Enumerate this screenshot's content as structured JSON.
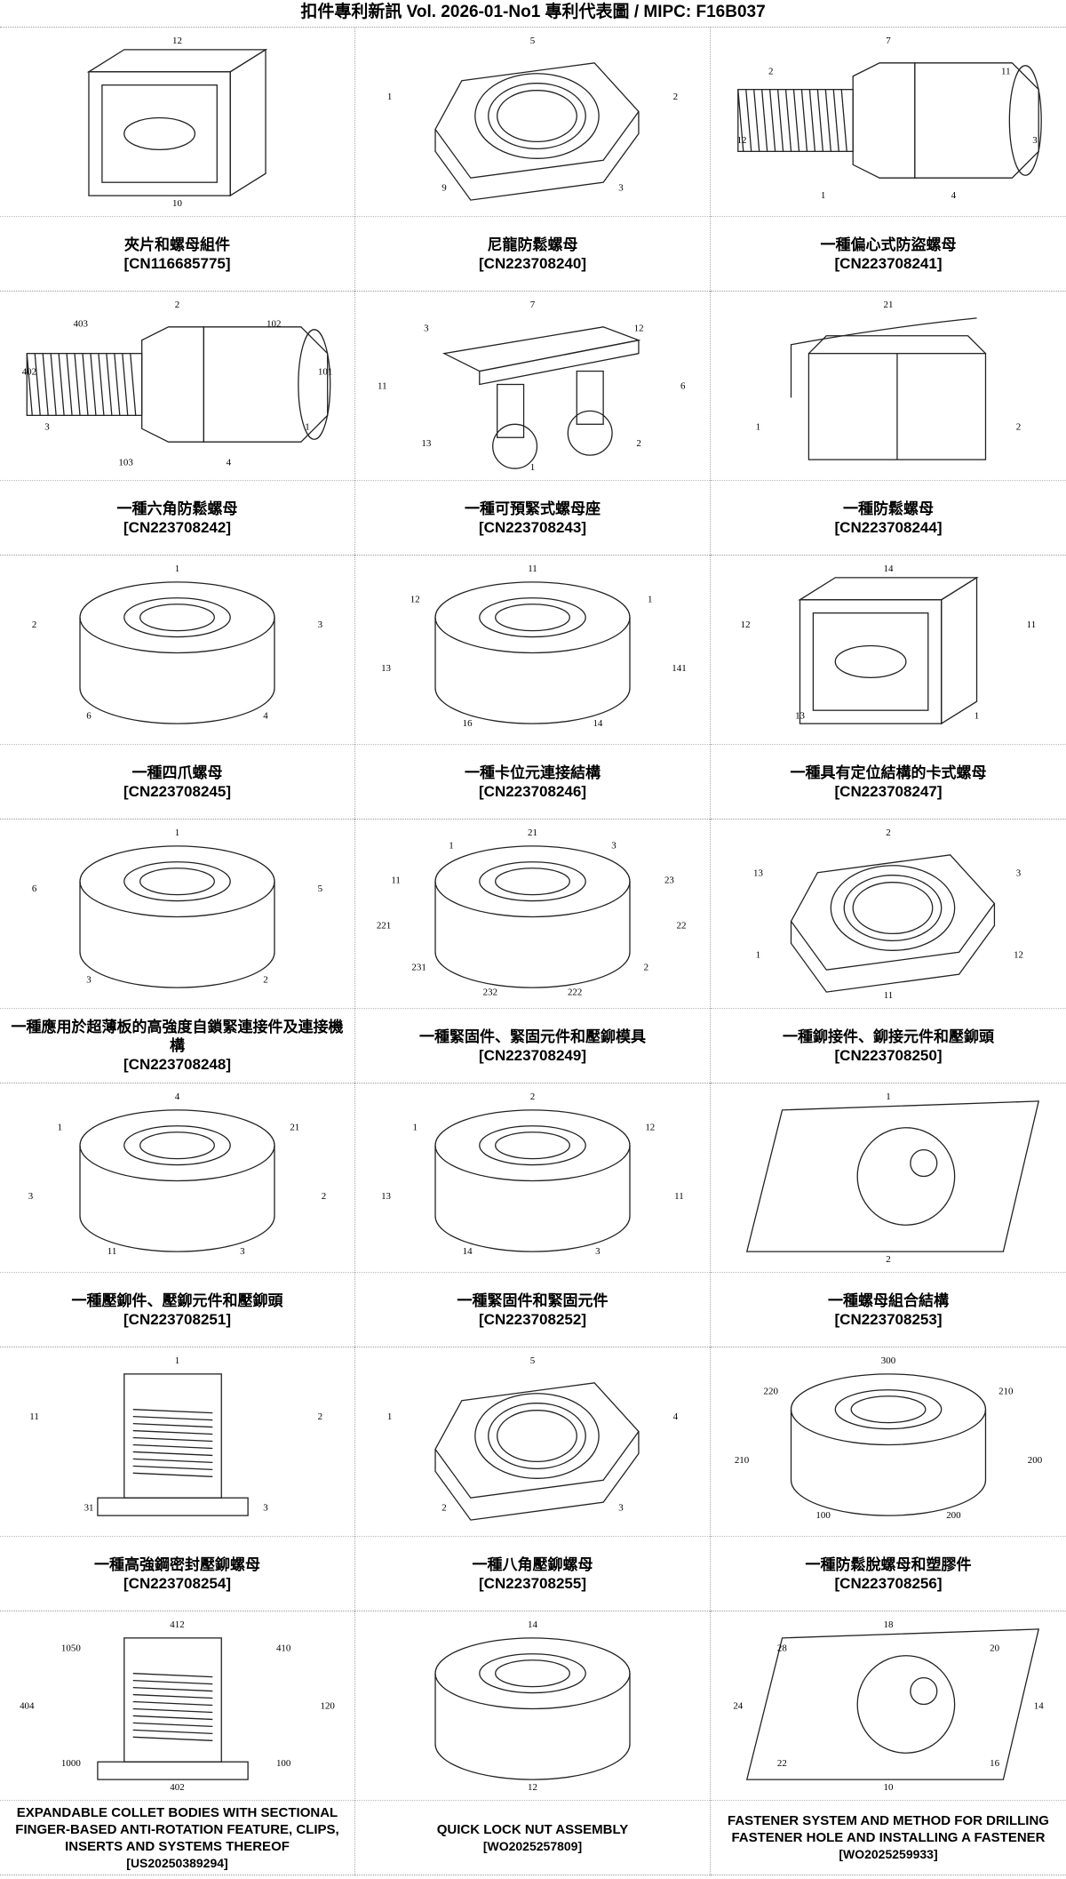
{
  "header": {
    "title": "扣件專利新訊  Vol. 2026-01-No1  專利代表圖  /  MIPC:  F16B037"
  },
  "patents": [
    {
      "title": "夾片和螺母組件",
      "number": "[CN116685775]",
      "shape": "square",
      "labels": [
        "12",
        "10"
      ]
    },
    {
      "title": "尼龍防鬆螺母",
      "number": "[CN223708240]",
      "shape": "hex",
      "labels": [
        "5",
        "2",
        "3",
        "9",
        "1"
      ]
    },
    {
      "title": "一種偏心式防盜螺母",
      "number": "[CN223708241]",
      "shape": "bolt",
      "labels": [
        "7",
        "11",
        "3",
        "4",
        "1",
        "12",
        "2"
      ]
    },
    {
      "title": "一種六角防鬆螺母",
      "number": "[CN223708242]",
      "shape": "bolt",
      "labels": [
        "2",
        "102",
        "101",
        "1",
        "4",
        "103",
        "3",
        "402",
        "403"
      ]
    },
    {
      "title": "一種可預緊式螺母座",
      "number": "[CN223708243]",
      "shape": "bracket",
      "labels": [
        "7",
        "12",
        "6",
        "2",
        "1",
        "13",
        "11",
        "3"
      ]
    },
    {
      "title": "一種防鬆螺母",
      "number": "[CN223708244]",
      "shape": "hexside",
      "labels": [
        "21",
        "2",
        "1"
      ]
    },
    {
      "title": "一種四爪螺母",
      "number": "[CN223708245]",
      "shape": "round",
      "labels": [
        "1",
        "3",
        "4",
        "6",
        "2"
      ]
    },
    {
      "title": "一種卡位元連接結構",
      "number": "[CN223708246]",
      "shape": "round",
      "labels": [
        "11",
        "1",
        "141",
        "14",
        "16",
        "13",
        "12"
      ]
    },
    {
      "title": "一種具有定位結構的卡式螺母",
      "number": "[CN223708247]",
      "shape": "square",
      "labels": [
        "14",
        "11",
        "1",
        "13",
        "12"
      ]
    },
    {
      "title": "一種應用於超薄板的高強度自鎖緊連接件及連接機構",
      "number": "[CN223708248]",
      "shape": "round",
      "labels": [
        "1",
        "5",
        "2",
        "3",
        "6"
      ]
    },
    {
      "title": "一種緊固件、緊固元件和壓鉚模具",
      "number": "[CN223708249]",
      "shape": "round",
      "labels": [
        "21",
        "3",
        "23",
        "22",
        "2",
        "222",
        "232",
        "231",
        "221",
        "11",
        "1"
      ]
    },
    {
      "title": "一種鉚接件、鉚接元件和壓鉚頭",
      "number": "[CN223708250]",
      "shape": "hex",
      "labels": [
        "2",
        "3",
        "12",
        "11",
        "1",
        "13"
      ]
    },
    {
      "title": "一種壓鉚件、壓鉚元件和壓鉚頭",
      "number": "[CN223708251]",
      "shape": "round",
      "labels": [
        "4",
        "21",
        "2",
        "3",
        "11",
        "3",
        "1"
      ]
    },
    {
      "title": "一種緊固件和緊固元件",
      "number": "[CN223708252]",
      "shape": "round",
      "labels": [
        "2",
        "12",
        "11",
        "3",
        "14",
        "13",
        "1"
      ]
    },
    {
      "title": "一種螺母組合結構",
      "number": "[CN223708253]",
      "shape": "plate",
      "labels": [
        "1",
        "2"
      ]
    },
    {
      "title": "一種高強鋼密封壓鉚螺母",
      "number": "[CN223708254]",
      "shape": "stud",
      "labels": [
        "1",
        "2",
        "3",
        "31",
        "11"
      ]
    },
    {
      "title": "一種八角壓鉚螺母",
      "number": "[CN223708255]",
      "shape": "hex",
      "labels": [
        "5",
        "4",
        "3",
        "2",
        "1"
      ]
    },
    {
      "title": "一種防鬆脫螺母和塑膠件",
      "number": "[CN223708256]",
      "shape": "round",
      "labels": [
        "300",
        "210",
        "200",
        "200",
        "100",
        "210",
        "220"
      ]
    },
    {
      "title": "EXPANDABLE COLLET BODIES WITH SECTIONAL FINGER-BASED ANTI-ROTATION FEATURE, CLIPS, INSERTS AND SYSTEMS THEREOF",
      "number": "[US20250389294]",
      "shape": "stud",
      "labels": [
        "412",
        "410",
        "120",
        "100",
        "402",
        "1000",
        "404",
        "1050"
      ],
      "en": true
    },
    {
      "title": "QUICK LOCK NUT ASSEMBLY",
      "number": "[WO2025257809]",
      "shape": "round",
      "labels": [
        "14",
        "12"
      ],
      "en": true
    },
    {
      "title": "FASTENER SYSTEM AND METHOD FOR DRILLING FASTENER HOLE AND INSTALLING A FASTENER",
      "number": "[WO2025259933]",
      "shape": "plate",
      "labels": [
        "18",
        "20",
        "14",
        "16",
        "10",
        "22",
        "24",
        "28"
      ],
      "en": true
    }
  ]
}
